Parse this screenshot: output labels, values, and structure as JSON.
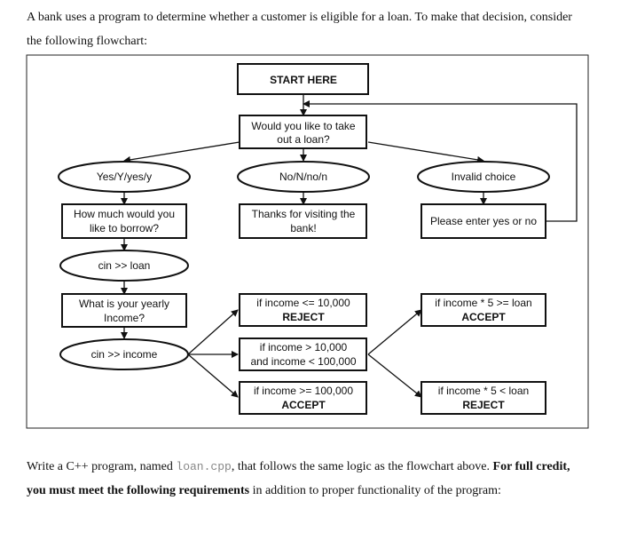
{
  "intro": {
    "line1": "A bank uses a program to determine whether a customer is eligible for a loan. To make that decision, consider",
    "line2": "the following flowchart:"
  },
  "flowchart": {
    "start": "START HERE",
    "question": [
      "Would you like to take",
      "out a loan?"
    ],
    "yes": "Yes/Y/yes/y",
    "no": "No/N/no/n",
    "invalid": "Invalid choice",
    "how_much": [
      "How much would you",
      "like to borrow?"
    ],
    "thanks": [
      "Thanks for visiting the",
      "bank!"
    ],
    "please": "Please enter yes or no",
    "cin_loan": "cin >> loan",
    "yearly": [
      "What is your yearly",
      "Income?"
    ],
    "cin_income": "cin >> income",
    "reject_low": [
      "if income <= 10,000",
      "REJECT"
    ],
    "mid_income": [
      "if income > 10,000",
      "and income < 100,000"
    ],
    "accept_high": [
      "if income >= 100,000",
      "ACCEPT"
    ],
    "accept_ratio": [
      "if income * 5 >= loan",
      "ACCEPT"
    ],
    "reject_ratio": [
      "if income * 5 < loan",
      "REJECT"
    ]
  },
  "outro": {
    "p1": "Write a C++ program, named ",
    "code": "loan.cpp",
    "p2": ", that follows the same logic as the flowchart above. ",
    "bold1": "For full credit,",
    "bold2": "you must meet the following requirements",
    "p3": " in addition to proper functionality of the program:"
  }
}
